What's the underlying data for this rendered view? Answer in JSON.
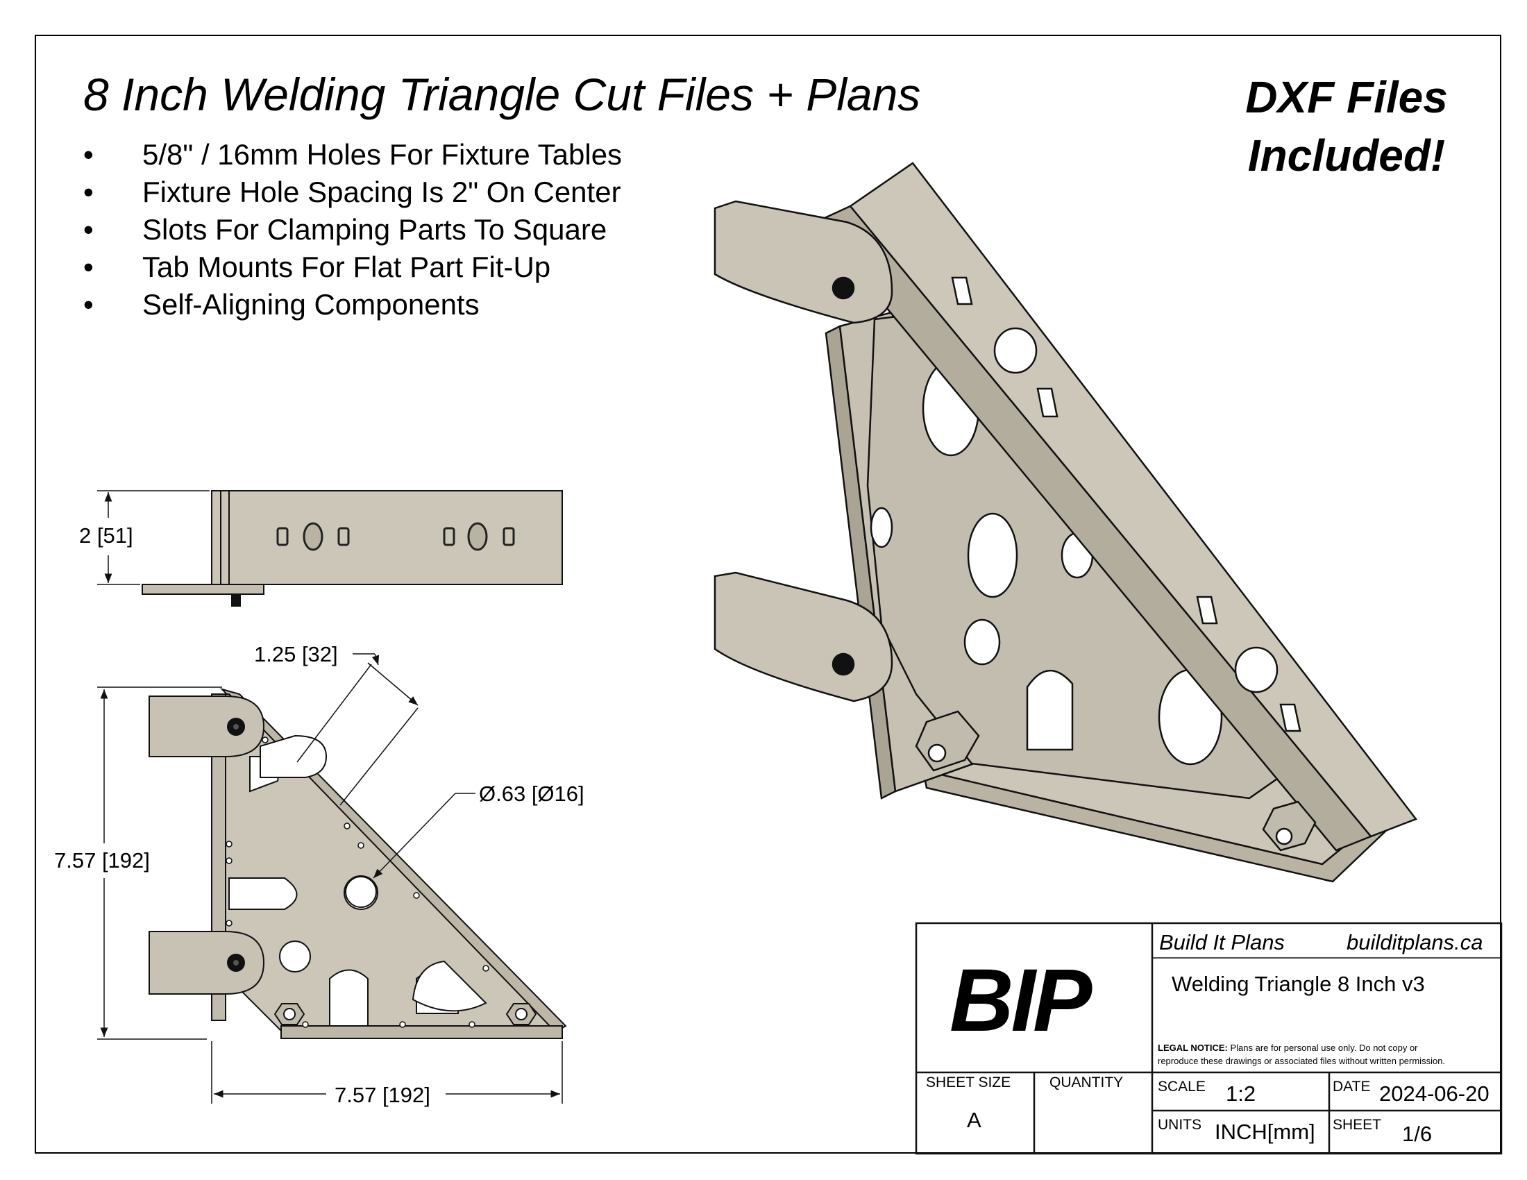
{
  "title": "8 Inch Welding Triangle Cut Files + Plans",
  "badge_lines": [
    "DXF Files",
    "Included!"
  ],
  "features": [
    "5/8\" / 16mm Holes For Fixture Tables",
    "Fixture Hole Spacing Is 2\" On Center",
    "Slots For Clamping Parts To Square",
    "Tab Mounts For Flat Part Fit-Up",
    "Self-Aligning Components"
  ],
  "bullet_char": "•",
  "dimensions": {
    "height_side": "2 [51]",
    "flange_width": "1.25 [32]",
    "hole_diameter": "Ø.63 [Ø16]",
    "height": "7.57 [192]",
    "width": "7.57 [192]"
  },
  "title_block": {
    "logo": "BIP",
    "company": "Build It Plans",
    "website": "builditplans.ca",
    "drawing_title": "Welding Triangle 8 Inch v3",
    "legal_label": "LEGAL NOTICE:",
    "legal_text_1": " Plans are for personal use only. Do not copy or",
    "legal_text_2": "reproduce these drawings or associated files without written permission.",
    "sheet_size_label": "SHEET SIZE",
    "sheet_size": "A",
    "quantity_label": "QUANTITY",
    "quantity": "",
    "scale_label": "SCALE",
    "scale": "1:2",
    "date_label": "DATE",
    "date": "2024-06-20",
    "units_label": "UNITS",
    "units": "INCH[mm]",
    "sheet_label": "SHEET",
    "sheet": "1/6"
  },
  "colors": {
    "part_fill": "#cbc6b8",
    "part_fill_dark": "#b3ad9d",
    "part_fill_light": "#d9d5c9",
    "outline": "#111111"
  }
}
